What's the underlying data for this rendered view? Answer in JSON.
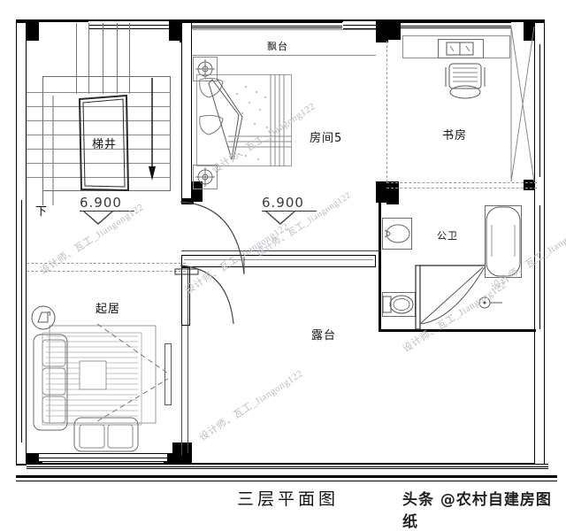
{
  "drawing": {
    "title": "三层平面图",
    "credit": "头条 @农村自建房图纸",
    "watermark": "设计师、瓦工_Jiangong122",
    "type": "architectural-floor-plan",
    "floor": "三层",
    "line_color": "#000000",
    "guide_color": "#9a9a9a",
    "watermark_color": "#b9bcc4"
  },
  "rooms": [
    {
      "id": "stairwell",
      "label": "梯井",
      "note": "stairwell"
    },
    {
      "id": "bay",
      "label": "飘台",
      "note": "bay-balcony"
    },
    {
      "id": "room5",
      "label": "房间5",
      "note": "bedroom-5"
    },
    {
      "id": "study",
      "label": "书房",
      "note": "study"
    },
    {
      "id": "bathroom",
      "label": "公卫",
      "note": "common-bathroom"
    },
    {
      "id": "living",
      "label": "起居",
      "note": "living-room"
    },
    {
      "id": "terrace",
      "label": "露台",
      "note": "terrace"
    }
  ],
  "annotations": {
    "down_arrow_label": "下",
    "elevations": [
      {
        "id": "elev-left",
        "value": "6.900"
      },
      {
        "id": "elev-right",
        "value": "6.900"
      }
    ]
  }
}
